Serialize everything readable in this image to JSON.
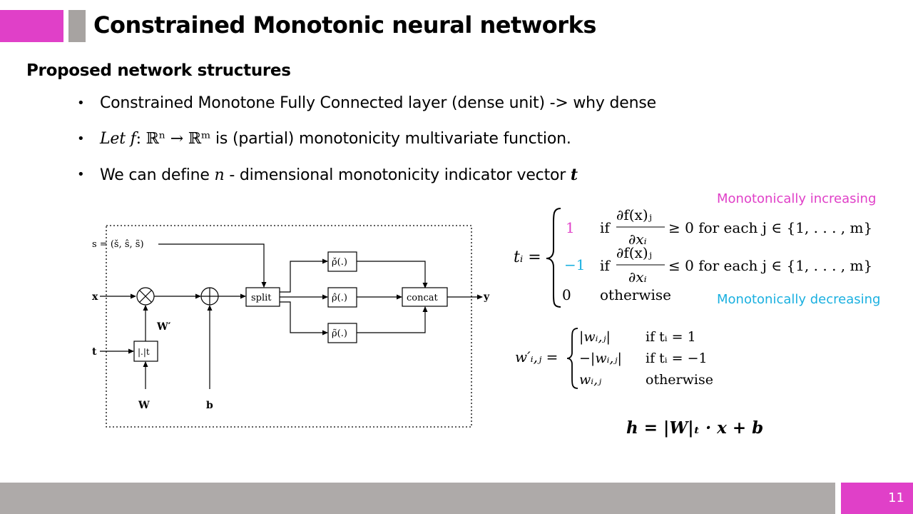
{
  "slide": {
    "title": "Constrained Monotonic neural networks",
    "subtitle": "Proposed network structures",
    "bullets": [
      {
        "text": "Constrained Monotone Fully Connected layer (dense unit) -> why dense"
      },
      {
        "math_prefix": "Let f",
        "math_map": ": ℝⁿ → ℝᵐ",
        "text": " is (partial) monotonicity multivariate function."
      },
      {
        "text_a": "We can define ",
        "math_n": "n",
        "text_b": " - dimensional monotonicity indicator vector ",
        "math_t": "t"
      }
    ],
    "page_number": "11",
    "colors": {
      "accent": "#e040c8",
      "footer_gray": "#aeaaa9",
      "increasing": "#e040c8",
      "decreasing": "#1ab0e0"
    }
  },
  "annotations": {
    "increasing": "Monotonically increasing",
    "decreasing": "Monotonically decreasing"
  },
  "diagram": {
    "s_label": "s = (š, ŝ, s̃)",
    "x_label": "x",
    "t_label": "t",
    "w_label": "W",
    "wprime_label": "W′",
    "b_label": "b",
    "abs_label": "|.|t",
    "split_label": "split",
    "concat_label": "concat",
    "y_label": "y",
    "rho_top": "ρ̌(.)",
    "rho_mid": "ρ̂(.)",
    "rho_bot": "ρ̃(.)"
  },
  "equations": {
    "ti_lhs": "tᵢ =",
    "case1_val": "1",
    "case2_val": "−1",
    "case3_val": "0",
    "if_word": "if",
    "partial_num": "∂f(x)ⱼ",
    "partial_den": "∂xᵢ",
    "case1_cond": "≥ 0 for each j ∈ {1, . . . , m}",
    "case2_cond": "≤ 0 for each j ∈ {1, . . . , m}",
    "otherwise": "otherwise",
    "w_lhs": "w′ᵢ,ⱼ =",
    "w_case1": "|wᵢ,ⱼ|",
    "w_case2": "−|wᵢ,ⱼ|",
    "w_case3": "wᵢ,ⱼ",
    "w_cond1": "if tᵢ = 1",
    "w_cond2": "if tᵢ = −1",
    "w_cond3": "otherwise",
    "h_eq": "h = |W|ₜ · x + b"
  }
}
